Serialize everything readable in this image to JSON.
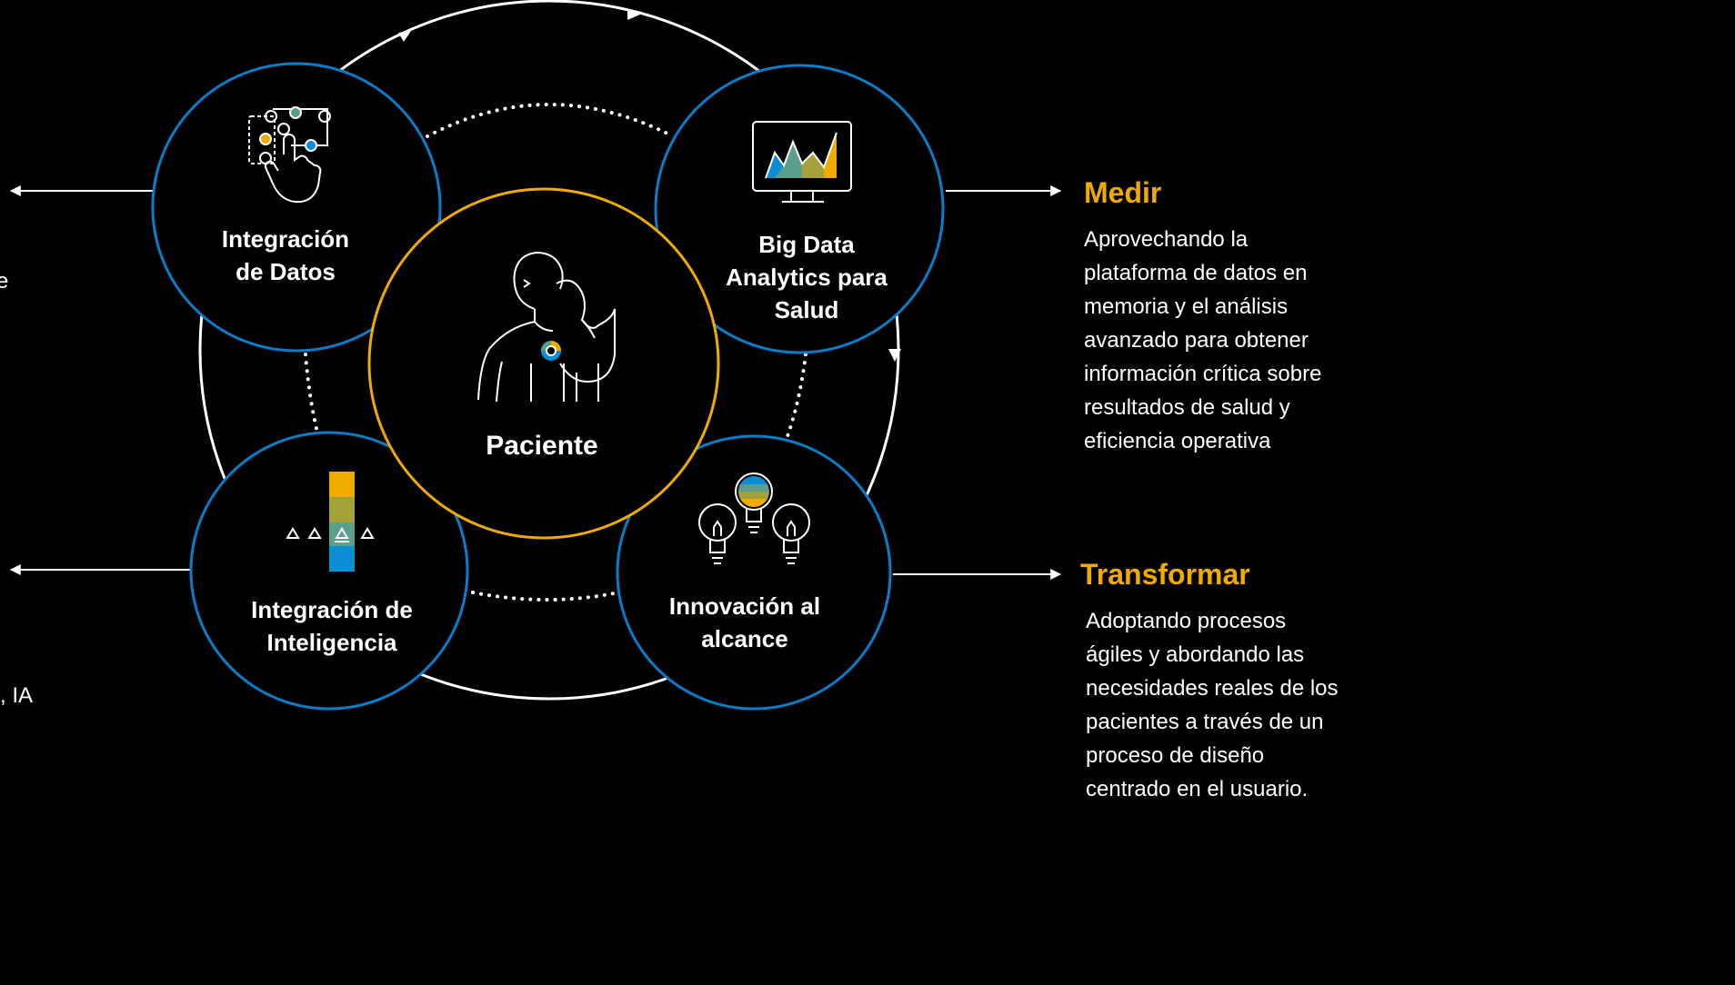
{
  "center": {
    "label": "Paciente"
  },
  "nodes": {
    "data_integration": {
      "line1": "Integración",
      "line2": "de Datos"
    },
    "big_data": {
      "line1": "Big Data",
      "line2": "Analytics para",
      "line3": "Salud"
    },
    "intelligence": {
      "line1": "Integración de",
      "line2": "Inteligencia"
    },
    "innovation": {
      "line1": "Innovación al",
      "line2": "alcance"
    }
  },
  "outcomes": {
    "measure": {
      "title": "Medir",
      "lines": [
        "Aprovechando la",
        "plataforma de datos en",
        "memoria y el análisis",
        "avanzado para obtener",
        "información crítica sobre",
        "resultados de salud y",
        "eficiencia operativa"
      ]
    },
    "transform": {
      "title": "Transformar",
      "lines": [
        "Adoptando procesos",
        "ágiles y abordando las",
        "necesidades reales de los",
        "pacientes a través de un",
        "proceso de diseño",
        "centrado en el usuario."
      ]
    }
  },
  "left_fragments": {
    "a": "e",
    "b": ", IA"
  },
  "colors": {
    "background": "#000000",
    "node_ring": "#0a7cc8",
    "center_ring": "#f0ab00",
    "accent": "#f0ab00",
    "teal": "#5a9e8c",
    "olive": "#a5a23a",
    "blue": "#0a8fd6"
  },
  "icons": [
    "data-flow-touch-icon",
    "monitor-chart-icon",
    "patient-icon",
    "gauge-bar-icon",
    "lightbulbs-icon"
  ]
}
